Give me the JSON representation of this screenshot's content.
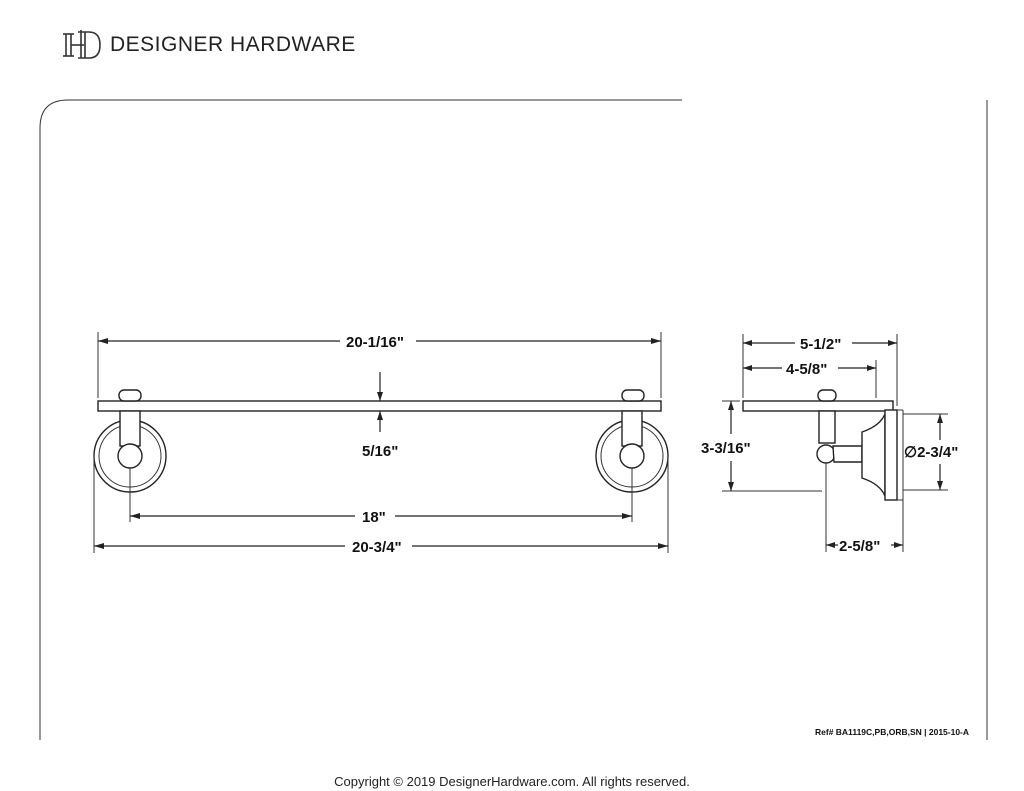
{
  "header": {
    "brand_name": "DESIGNER HARDWARE",
    "logo_letters": "HD"
  },
  "front_view": {
    "overall_shelf_length": "20-1/16\"",
    "shelf_thickness": "5/16\"",
    "center_to_center": "18\"",
    "overall_length": "20-3/4\""
  },
  "side_view": {
    "shelf_depth": "5-1/2\"",
    "bracket_to_edge": "4-5/8\"",
    "height": "3-3/16\"",
    "flange_diameter": "∅2-3/4\"",
    "projection": "2-5/8\""
  },
  "footer": {
    "reference": "Ref# BA1119C,PB,ORB,SN | 2015-10-A",
    "copyright": "Copyright © 2019 DesignerHardware.com. All rights reserved."
  }
}
